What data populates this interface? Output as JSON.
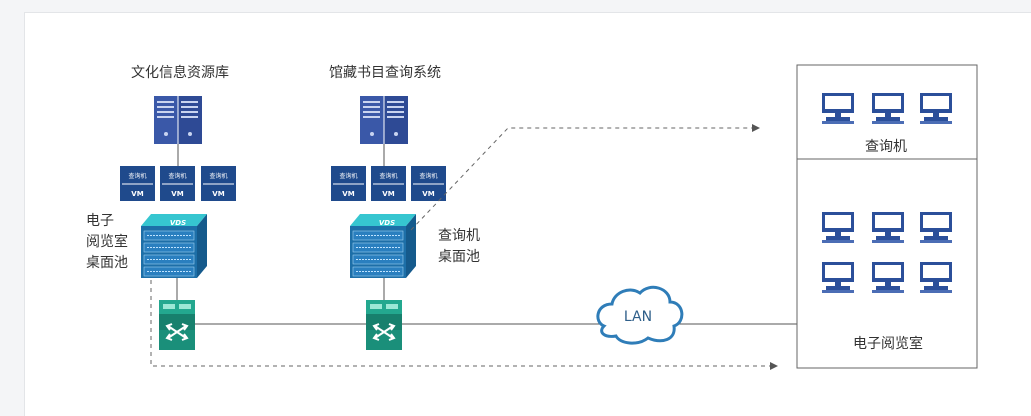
{
  "colors": {
    "server": "#3a58a8",
    "vm": "#1f4a8c",
    "vds": "#1d6fa8",
    "switch": "#1a8f7a",
    "pc": "#2b4f9a",
    "line": "#555555"
  },
  "labels": {
    "library1": "文化信息资源库",
    "library2": "馆藏书目查询系统",
    "pool1": [
      "电子",
      "阅览室",
      "桌面池"
    ],
    "pool2": [
      "查询机",
      "桌面池"
    ],
    "room_query": "查询机",
    "room_reading": "电子阅览室",
    "lan": "LAN"
  },
  "vm_box": {
    "top": "查询机",
    "bottom": "VM"
  },
  "vds_label": "VDS"
}
